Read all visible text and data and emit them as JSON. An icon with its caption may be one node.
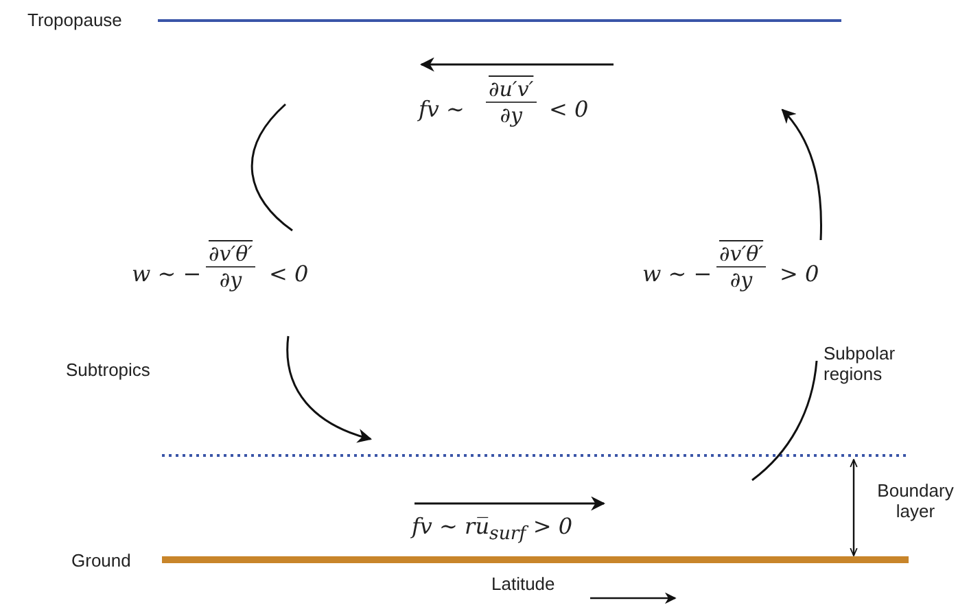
{
  "diagram": {
    "labels": [
      "Tropopause",
      "fv ∼",
      "∂u′v′",
      "∂y",
      "< 0",
      "w ∼ −",
      "∂v′θ′",
      "∂y",
      "< 0",
      "w ∼ −",
      "∂v′θ′",
      "∂y",
      "> 0",
      "Subtropics",
      "Subpolar regions",
      "Boundary layer",
      "fv ∼ ru̅$_{surf}$ > 0",
      "Ground",
      "Latitude"
    ]
  }
}
